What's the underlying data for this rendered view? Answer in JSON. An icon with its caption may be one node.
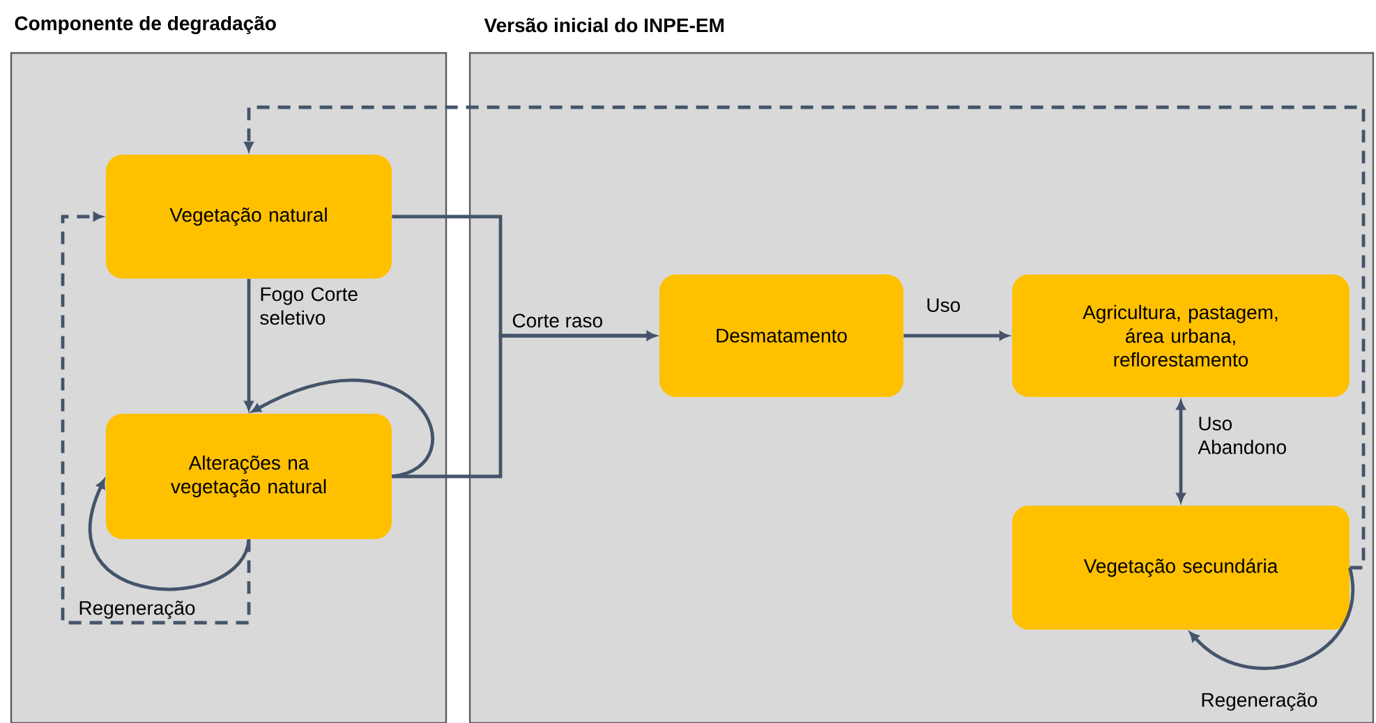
{
  "diagram": {
    "nodes": [
      {
        "text": [
          "Componente de degradação"
        ]
      },
      {
        "text": [
          "Versão inicial do INPE-EM"
        ]
      },
      {
        "text": [
          "Vegetação natural"
        ],
        "in": 0
      },
      {
        "text": [
          "Alterações na vegetação natural"
        ],
        "in": 0
      },
      {
        "text": [
          "Desmatamento"
        ],
        "in": 1
      },
      {
        "text": [
          "Agricultura, pastagem, área urbana, reflorestamento"
        ],
        "in": 1
      },
      {
        "text": [
          "Vegetação secundária"
        ],
        "in": 1
      }
    ],
    "edges": [
      {
        "from": 2,
        "to": 3,
        "arrow": "to",
        "label": "Fogo Corte seletivo"
      },
      {
        "from": 3,
        "to": 3,
        "arrow": "to"
      },
      {
        "from": 3,
        "to": 3,
        "arrow": "to",
        "label": "Regeneração"
      },
      {
        "from": 2,
        "to": 4,
        "arrow": "to",
        "label": "Corte raso"
      },
      {
        "from": 3,
        "to": 4,
        "arrow": "to"
      },
      {
        "from": 4,
        "to": 5,
        "arrow": "to",
        "label": "Uso"
      },
      {
        "from": 5,
        "to": 6,
        "arrow": "both",
        "label": "Uso Abandono"
      },
      {
        "from": 6,
        "to": 6,
        "arrow": "to",
        "label": "Regeneração"
      },
      {
        "from": 6,
        "to": 2,
        "arrow": "to",
        "style": "dashed"
      },
      {
        "from": 3,
        "to": 2,
        "arrow": "to",
        "style": "dashed"
      }
    ]
  }
}
